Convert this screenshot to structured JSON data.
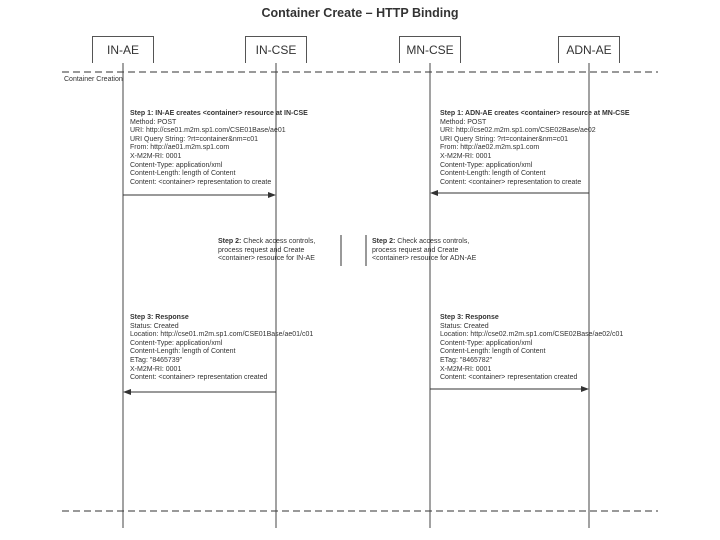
{
  "title": "Container Create – HTTP Binding",
  "actors": [
    "IN-AE",
    "IN-CSE",
    "MN-CSE",
    "ADN-AE"
  ],
  "section": "Container Creation",
  "step1_left": {
    "heading": "Step 1: IN-AE creates <container> resource at IN-CSE",
    "lines": [
      "Method: POST",
      "URI: http://cse01.m2m.sp1.com/CSE01Base/ae01",
      "URI Query String: ?rt=container&nm=c01",
      "From: http://ae01.m2m.sp1.com",
      "X-M2M-RI: 0001",
      "Content-Type: application/xml",
      "Content-Length: length of Content",
      "Content: <container> representation to create"
    ]
  },
  "step1_right": {
    "heading": "Step 1: ADN-AE creates <container> resource at MN-CSE",
    "lines": [
      "Method: POST",
      "URI: http://cse02.m2m.sp1.com/CSE02Base/ae02",
      "URI Query String: ?rt=container&nm=c01",
      "From: http://ae02.m2m.sp1.com",
      "X-M2M-RI: 0001",
      "Content-Type: application/xml",
      "Content-Length: length of Content",
      "Content: <container> representation to create"
    ]
  },
  "step2_left": {
    "heading": "Step 2:",
    "lines": [
      "Check access controls,",
      "process request and Create",
      "<container> resource for IN-AE"
    ]
  },
  "step2_right": {
    "heading": "Step 2:",
    "lines": [
      "Check access controls,",
      "process request and Create",
      "<container> resource for ADN-AE"
    ]
  },
  "step3_left": {
    "heading": "Step 3: Response",
    "lines": [
      "Status: Created",
      "Location: http://cse01.m2m.sp1.com/CSE01Base/ae01/c01",
      "Content-Type: application/xml",
      "Content-Length: length of Content",
      "ETag: \"8465739\"",
      "X-M2M-RI: 0001",
      "Content: <container> representation created"
    ]
  },
  "step3_right": {
    "heading": "Step 3: Response",
    "lines": [
      "Status: Created",
      "Location: http://cse02.m2m.sp1.com/CSE02Base/ae02/c01",
      "Content-Type: application/xml",
      "Content-Length: length of Content",
      "ETag: \"8465782\"",
      "X-M2M-RI: 0001",
      "Content: <container> representation created"
    ]
  }
}
